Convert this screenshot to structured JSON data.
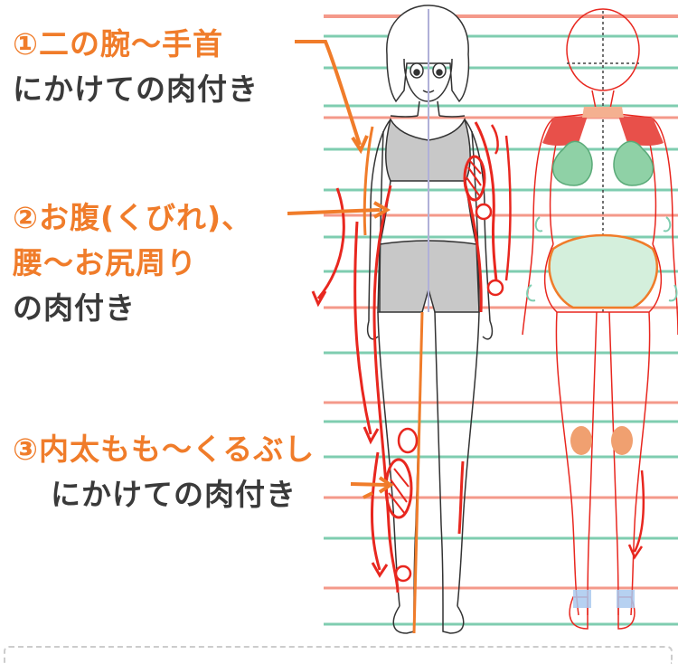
{
  "annotations": [
    {
      "number_line": "①二の腕〜手首",
      "desc_line": "にかけての肉付き"
    },
    {
      "number_line": "②お腹(くびれ)、",
      "line2": "腰〜お尻周り",
      "desc_line": "の肉付き"
    },
    {
      "number_line": "③内太もも〜くるぶし",
      "desc_line": "にかけての肉付き"
    }
  ],
  "colors": {
    "orange": "#f07c2a",
    "red": "#e8271f",
    "guide_red": "#f4998a",
    "guide_green": "#7fcdb0",
    "clothing_gray": "#c8c8c8",
    "chest_green": "#8fd1a6",
    "knee_orange": "#f0a070",
    "foot_blue": "#a9c9ee"
  },
  "icons": [
    "arrow-icon",
    "front-figure",
    "anatomy-figure"
  ]
}
